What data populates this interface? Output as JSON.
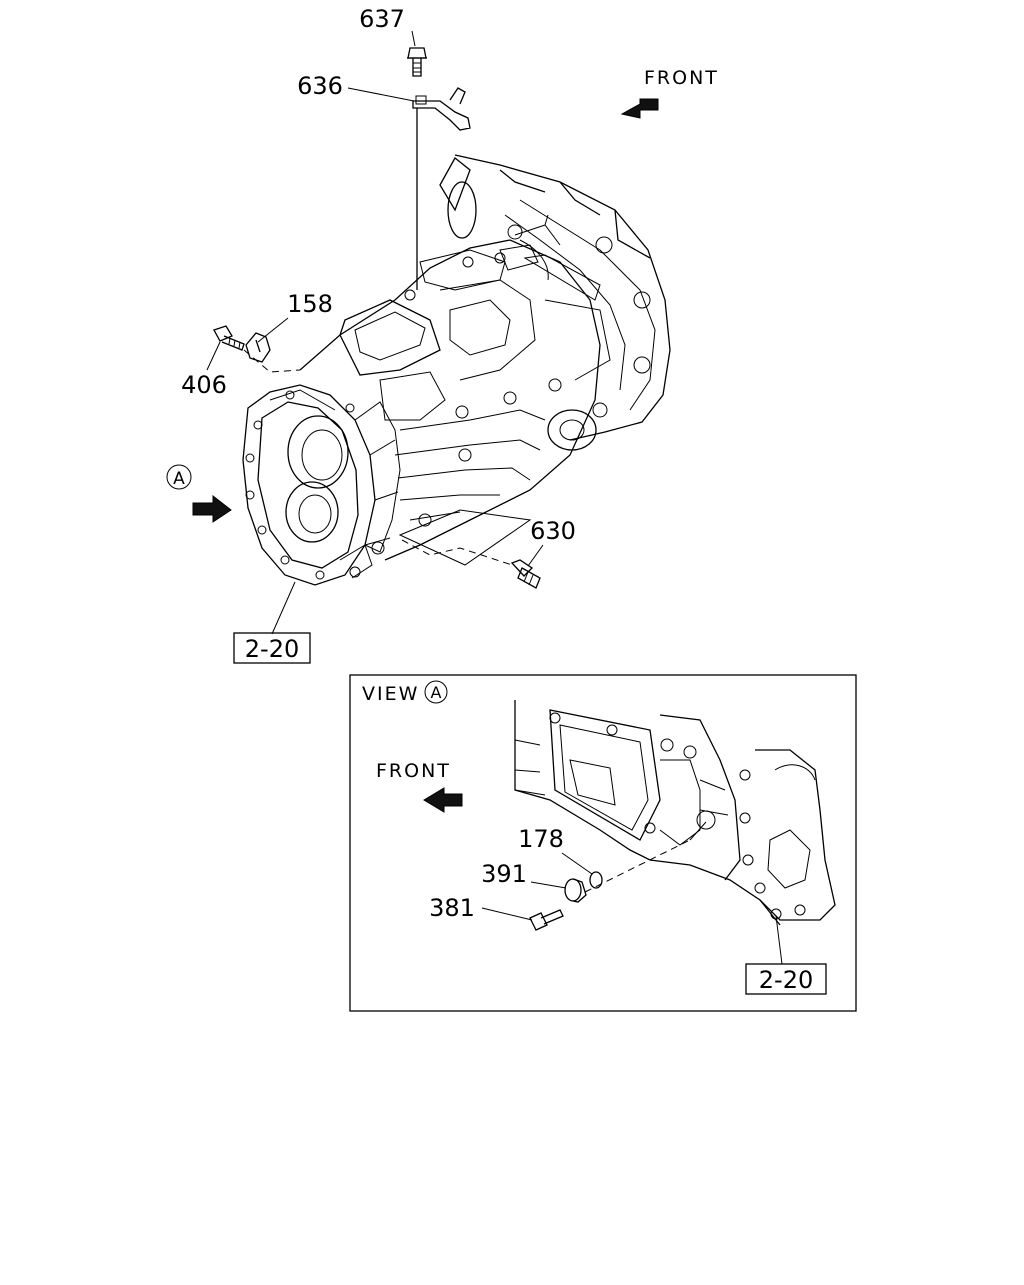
{
  "callouts": {
    "c637": "637",
    "c636": "636",
    "c158": "158",
    "c406": "406",
    "c630": "630",
    "ref_main": "2-20",
    "c178": "178",
    "c391": "391",
    "c381": "381",
    "ref_view": "2-20"
  },
  "direction": {
    "front_main": "FRONT",
    "front_view": "FRONT"
  },
  "view": {
    "prefix": "VIEW",
    "marker": "A"
  },
  "marker_main": "A",
  "colors": {
    "line": "#000000",
    "background": "#ffffff"
  }
}
